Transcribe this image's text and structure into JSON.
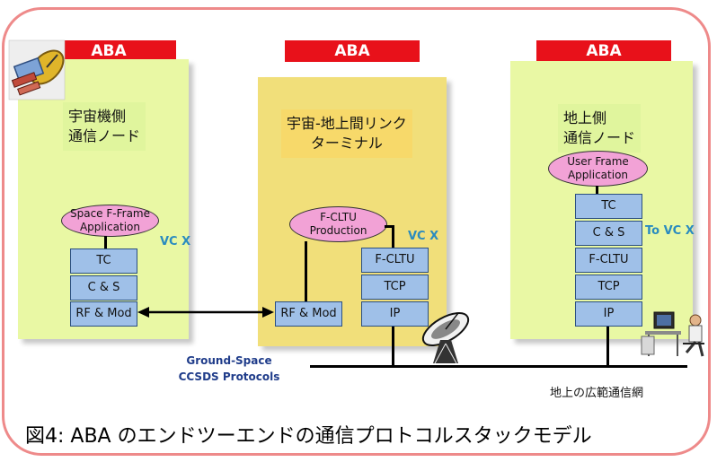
{
  "aba_labels": [
    "ABA",
    "ABA",
    "ABA"
  ],
  "nodes": {
    "left": {
      "title": "宇宙機側\n通信ノード",
      "app": "Space F-Frame\nApplication",
      "vcx": "VC X",
      "stack": [
        "TC",
        "C & S",
        "RF & Mod"
      ]
    },
    "middle": {
      "title": "宇宙-地上間リンク\nターミナル",
      "app": "F-CLTU\nProduction",
      "vcx": "VC X",
      "rf": "RF & Mod",
      "stack": [
        "F-CLTU",
        "TCP",
        "IP"
      ]
    },
    "right": {
      "title": "地上側\n通信ノード",
      "app": "User Frame\nApplication",
      "vcx": "To VC X",
      "stack": [
        "TC",
        "C & S",
        "F-CLTU",
        "TCP",
        "IP"
      ]
    }
  },
  "ground_space": "Ground-Space\nCCSDS Protocols",
  "network_label": "地上の広範通信網",
  "caption": "図4: ABA のエンドツーエンドの通信プロトコルスタックモデル",
  "colors": {
    "frame": "#ee8a8a",
    "aba": "#e8111a",
    "node": "#e9f8a4",
    "node_middle": "#f1df7a",
    "protocol": "#9fc0e8",
    "ellipse": "#f2a2d6",
    "vcx": "#2a8bbf"
  }
}
